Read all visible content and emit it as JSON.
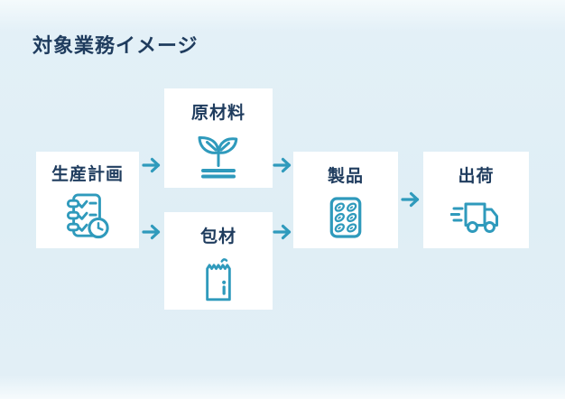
{
  "page": {
    "title": "対象業務イメージ"
  },
  "colors": {
    "background": "#e2eff6",
    "card": "#ffffff",
    "accent": "#2f9abc",
    "text": "#1f3c5e"
  },
  "flow": {
    "nodes": [
      {
        "id": "production-plan",
        "label": "生産計画",
        "icon": "checklist-clock-icon"
      },
      {
        "id": "raw-materials",
        "label": "原材料",
        "icon": "plant-icon"
      },
      {
        "id": "packaging-materials",
        "label": "包材",
        "icon": "pouch-icon"
      },
      {
        "id": "products",
        "label": "製品",
        "icon": "blister-pack-icon"
      },
      {
        "id": "shipping",
        "label": "出荷",
        "icon": "truck-icon"
      }
    ],
    "edges": [
      {
        "from": "production-plan",
        "to": "raw-materials"
      },
      {
        "from": "production-plan",
        "to": "packaging-materials"
      },
      {
        "from": "raw-materials",
        "to": "products"
      },
      {
        "from": "packaging-materials",
        "to": "products"
      },
      {
        "from": "products",
        "to": "shipping"
      }
    ]
  }
}
